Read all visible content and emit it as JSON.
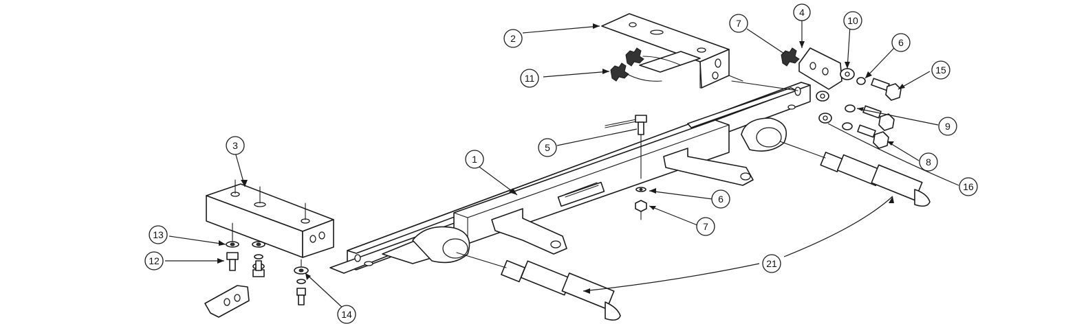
{
  "callouts": [
    {
      "id": "c1",
      "label": "1"
    },
    {
      "id": "c2",
      "label": "2"
    },
    {
      "id": "c3",
      "label": "3"
    },
    {
      "id": "c4",
      "label": "4"
    },
    {
      "id": "c5",
      "label": "5"
    },
    {
      "id": "c6a",
      "label": "6"
    },
    {
      "id": "c6b",
      "label": "6"
    },
    {
      "id": "c7a",
      "label": "7"
    },
    {
      "id": "c7b",
      "label": "7"
    },
    {
      "id": "c8",
      "label": "8"
    },
    {
      "id": "c9",
      "label": "9"
    },
    {
      "id": "c10",
      "label": "10"
    },
    {
      "id": "c11",
      "label": "11"
    },
    {
      "id": "c12",
      "label": "12"
    },
    {
      "id": "c13",
      "label": "13"
    },
    {
      "id": "c14",
      "label": "14"
    },
    {
      "id": "c15",
      "label": "15"
    },
    {
      "id": "c16",
      "label": "16"
    },
    {
      "id": "c21",
      "label": "21"
    }
  ]
}
